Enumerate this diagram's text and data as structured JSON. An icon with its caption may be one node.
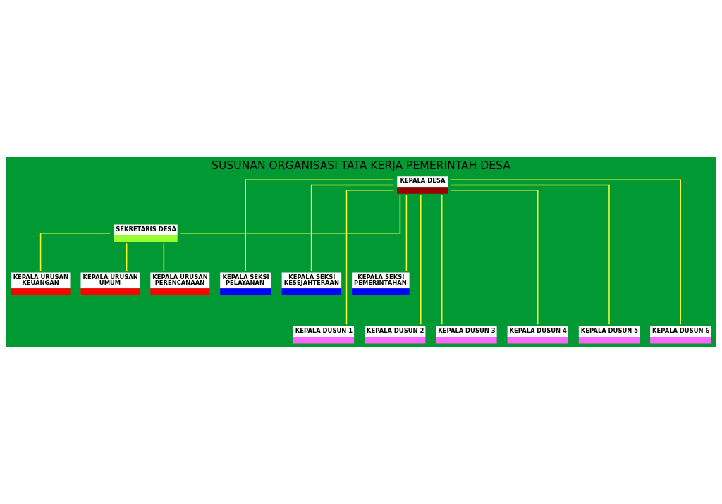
{
  "diagram": {
    "title": "SUSUNAN ORGANISASI TATA KERJA PEMERINTAH DESA",
    "nodes": [
      {
        "text": [
          "KEPALA DESA"
        ]
      },
      {
        "text": [
          "SEKRETARIS DESA"
        ]
      },
      {
        "text": [
          "KEPALA URUSAN KEUANGAN"
        ]
      },
      {
        "text": [
          "KEPALA URUSAN UMUM"
        ]
      },
      {
        "text": [
          "KEPALA URUSAN PERENCANAAN"
        ]
      },
      {
        "text": [
          "KEPALA SEKSI PELAYANAN"
        ]
      },
      {
        "text": [
          "KEPALA SEKSI KESEJAHTERAAN"
        ]
      },
      {
        "text": [
          "KEPALA SEKSI PEMERINTAHAN"
        ]
      },
      {
        "text": [
          "KEPALA DUSUN 1"
        ]
      },
      {
        "text": [
          "KEPALA DUSUN 2"
        ]
      },
      {
        "text": [
          "KEPALA DUSUN 3"
        ]
      },
      {
        "text": [
          "KEPALA DUSUN 4"
        ]
      },
      {
        "text": [
          "KEPALA DUSUN 5"
        ]
      },
      {
        "text": [
          "KEPALA DUSUN 6"
        ]
      }
    ],
    "edges": [
      {
        "from": 0,
        "to": 1,
        "arrow": "none"
      },
      {
        "from": 1,
        "to": 2,
        "arrow": "none"
      },
      {
        "from": 1,
        "to": 3,
        "arrow": "none"
      },
      {
        "from": 1,
        "to": 4,
        "arrow": "none"
      },
      {
        "from": 0,
        "to": 5,
        "arrow": "none"
      },
      {
        "from": 0,
        "to": 6,
        "arrow": "none"
      },
      {
        "from": 0,
        "to": 7,
        "arrow": "none"
      },
      {
        "from": 0,
        "to": 8,
        "arrow": "none"
      },
      {
        "from": 0,
        "to": 9,
        "arrow": "none"
      },
      {
        "from": 0,
        "to": 10,
        "arrow": "none"
      },
      {
        "from": 0,
        "to": 11,
        "arrow": "none"
      },
      {
        "from": 0,
        "to": 12,
        "arrow": "none"
      },
      {
        "from": 0,
        "to": 13,
        "arrow": "none"
      }
    ]
  }
}
